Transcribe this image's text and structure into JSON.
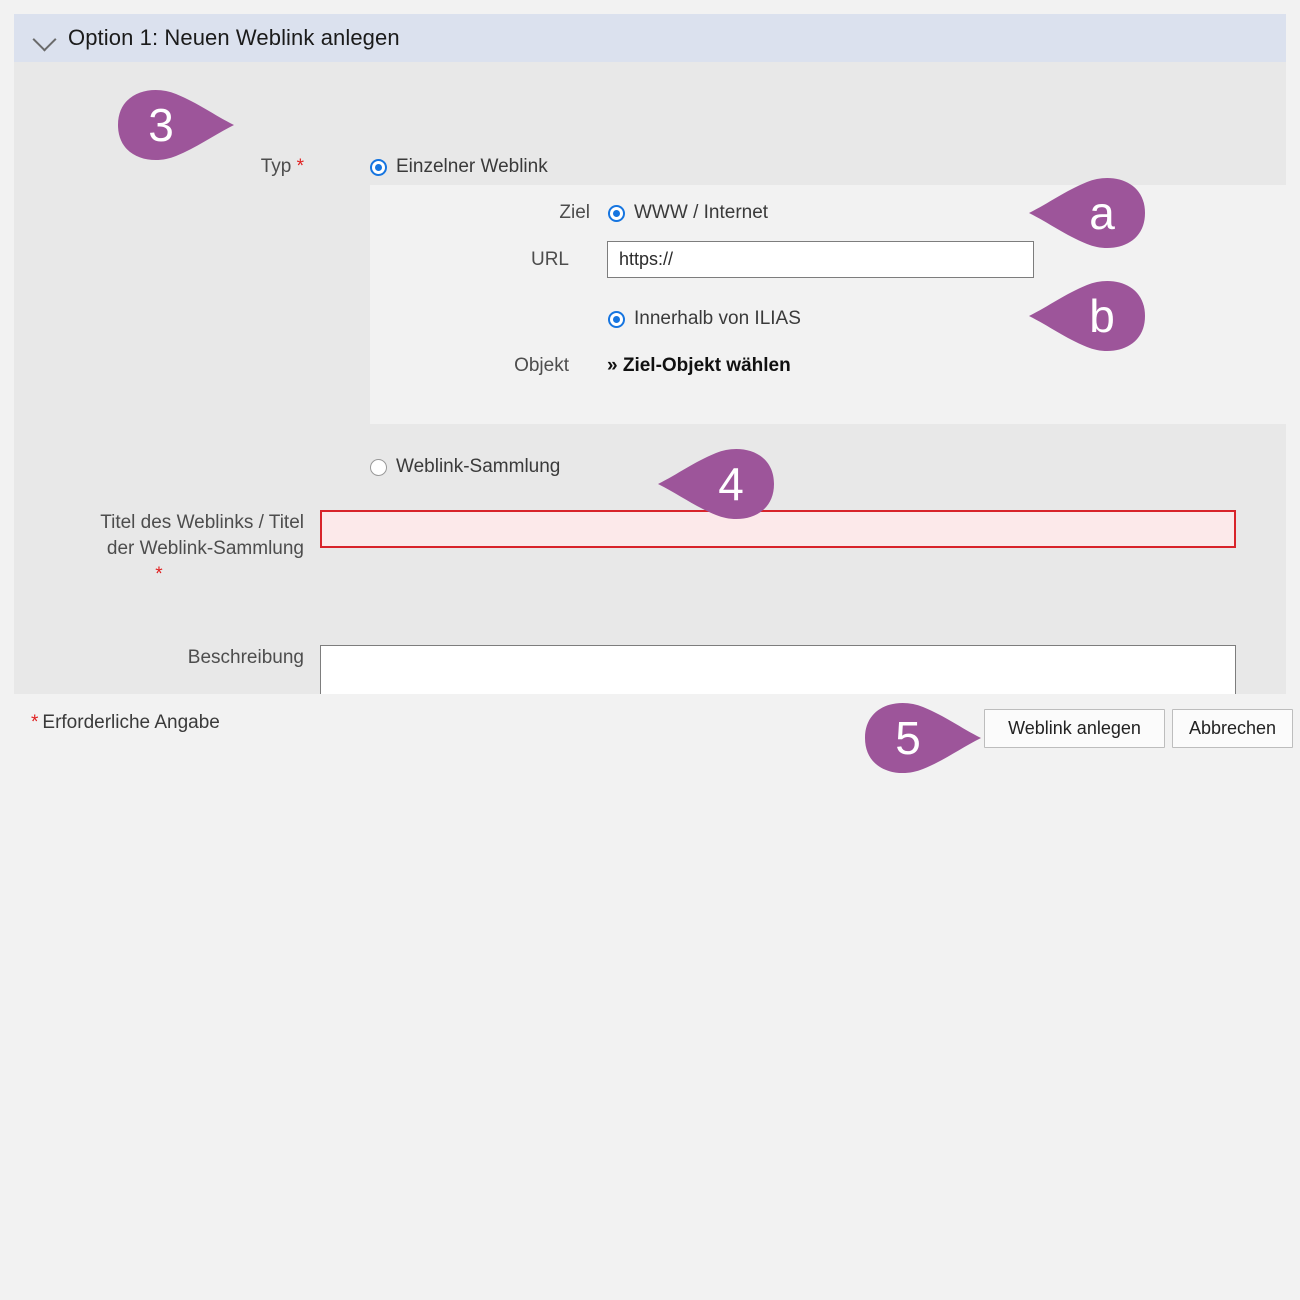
{
  "panel": {
    "title": "Option 1: Neuen Weblink anlegen",
    "collapse_icon": "chevron-down-icon"
  },
  "form": {
    "type_label": "Typ",
    "required_mark": "*",
    "options": [
      {
        "label": "Einzelner Weblink",
        "selected": true
      },
      {
        "label": "Weblink-Sammlung",
        "selected": false
      }
    ],
    "target_group": {
      "ziel_label": "Ziel",
      "www_option": "WWW / Internet",
      "url_label": "URL",
      "url_value": "https://",
      "ilias_option": "Innerhalb von ILIAS",
      "objekt_label": "Objekt",
      "objekt_link": "» Ziel-Objekt wählen"
    },
    "title_field": {
      "label_line1": "Titel des Weblinks / Titel",
      "label_line2": "der Weblink-Sammlung",
      "required_mark": "*",
      "value": "",
      "placeholder": ""
    },
    "description_field": {
      "label": "Beschreibung",
      "value": "",
      "placeholder": ""
    }
  },
  "footer": {
    "required_mark": "*",
    "required_note": "Erforderliche Angabe",
    "submit_label": "Weblink anlegen",
    "cancel_label": "Abbrechen"
  },
  "callouts": [
    {
      "id": "3",
      "label": "3",
      "direction": "right"
    },
    {
      "id": "4",
      "label": "4",
      "direction": "left"
    },
    {
      "id": "5",
      "label": "5",
      "direction": "right"
    },
    {
      "id": "a",
      "label": "a",
      "direction": "left"
    },
    {
      "id": "b",
      "label": "b",
      "direction": "left"
    }
  ],
  "colors": {
    "page_background": "#f2f2f2",
    "panel_header": "#dbe1ee",
    "panel_body": "#e8e8e8",
    "subpanel": "#f2f2f2",
    "callout_purple": "#9d559a",
    "radio_blue": "#1675e0",
    "error_red": "#d8232a",
    "error_field_fill": "#fce9ea",
    "required_star": "#e02020"
  }
}
